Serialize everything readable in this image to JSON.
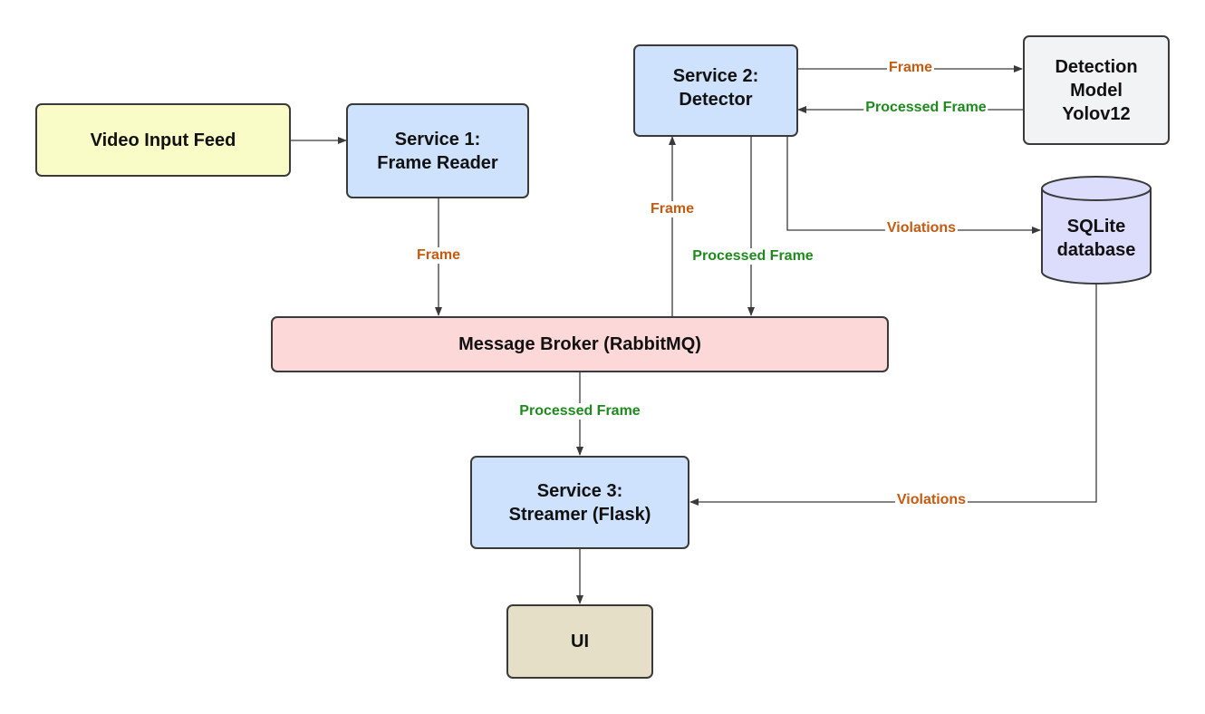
{
  "colors": {
    "edge": "#3a3a3a",
    "frame_label": "#c55a11",
    "processed_label": "#1e8a1e",
    "video_fill": "#fafcc8",
    "service_fill": "#cfe2fd",
    "model_fill": "#f2f3f5",
    "broker_fill": "#fdd8d8",
    "db_fill": "#dcdcfc",
    "ui_fill": "#e6dfc8"
  },
  "nodes": {
    "video_feed": {
      "lines": [
        "Video Input Feed"
      ]
    },
    "frame_reader": {
      "lines": [
        "Service 1:",
        "Frame Reader"
      ]
    },
    "detector": {
      "lines": [
        "Service 2:",
        "Detector"
      ]
    },
    "detection_model": {
      "lines": [
        "Detection",
        "Model",
        "Yolov12"
      ]
    },
    "sqlite_db": {
      "lines": [
        "SQLite",
        "database"
      ]
    },
    "message_broker": {
      "lines": [
        "Message Broker (RabbitMQ)"
      ]
    },
    "streamer": {
      "lines": [
        "Service 3:",
        "Streamer (Flask)"
      ]
    },
    "ui": {
      "lines": [
        "UI"
      ]
    }
  },
  "edges": {
    "reader_to_broker": "Frame",
    "broker_to_detector": "Frame",
    "detector_to_broker": "Processed Frame",
    "detector_to_model": "Frame",
    "model_to_detector": "Processed Frame",
    "detector_to_db": "Violations",
    "broker_to_streamer": "Processed Frame",
    "db_to_streamer": "Violations"
  }
}
